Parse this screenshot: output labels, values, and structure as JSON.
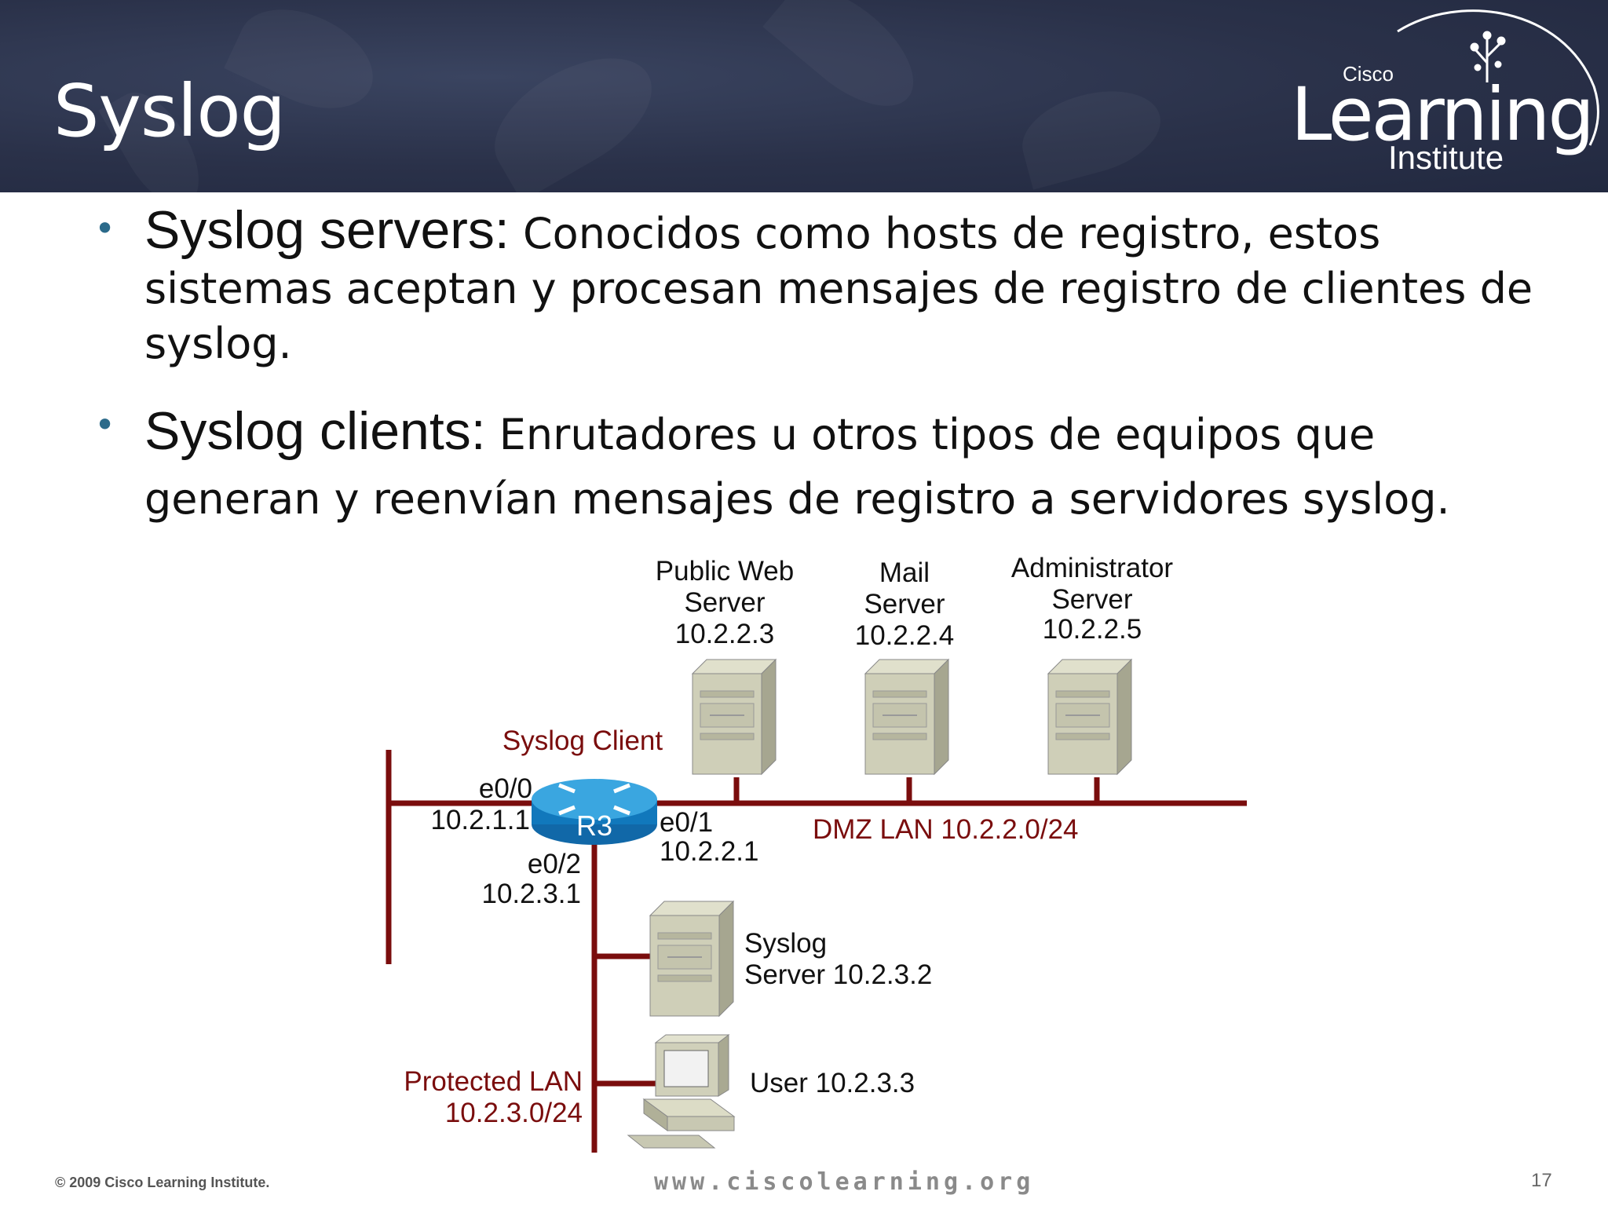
{
  "slide": {
    "title": "Syslog",
    "logo": {
      "brand_small": "Cisco",
      "brand_main": "Learning",
      "brand_sub": "Institute"
    },
    "bullets": [
      {
        "term": "Syslog servers:",
        "text": " Conocidos como hosts de registro, estos sistemas aceptan y procesan mensajes de registro de clientes de syslog."
      },
      {
        "term": "Syslog clients:",
        "text": " Enrutadores u otros tipos de equipos que generan y reenvían mensajes de registro a servidores syslog."
      }
    ],
    "footer": {
      "copyright": "© 2009 Cisco Learning Institute.",
      "url": "www.ciscolearning.org",
      "page_number": "17"
    }
  },
  "diagram": {
    "servers_top": [
      {
        "line1": "Public Web",
        "line2": "Server",
        "ip": "10.2.2.3"
      },
      {
        "line1": "Mail",
        "line2": "Server",
        "ip": "10.2.2.4"
      },
      {
        "line1": "Administrator",
        "line2": "Server",
        "ip": "10.2.2.5"
      }
    ],
    "router": {
      "name": "R3",
      "role": "Syslog Client",
      "e00_if": "e0/0",
      "e00_ip": "10.2.1.1",
      "e01_if": "e0/1",
      "e01_ip": "10.2.2.1",
      "e02_if": "e0/2",
      "e02_ip": "10.2.3.1"
    },
    "dmz_label": "DMZ LAN 10.2.2.0/24",
    "syslog_server": {
      "line1": "Syslog",
      "line2": "Server 10.2.3.2"
    },
    "user": "User 10.2.3.3",
    "protected_lan": {
      "line1": "Protected LAN",
      "line2": "10.2.3.0/24"
    },
    "colors": {
      "link": "#7a0d0d",
      "router": "#1e8fd0",
      "server": "#c9c9b3",
      "label_red": "#7a0d0d"
    }
  }
}
